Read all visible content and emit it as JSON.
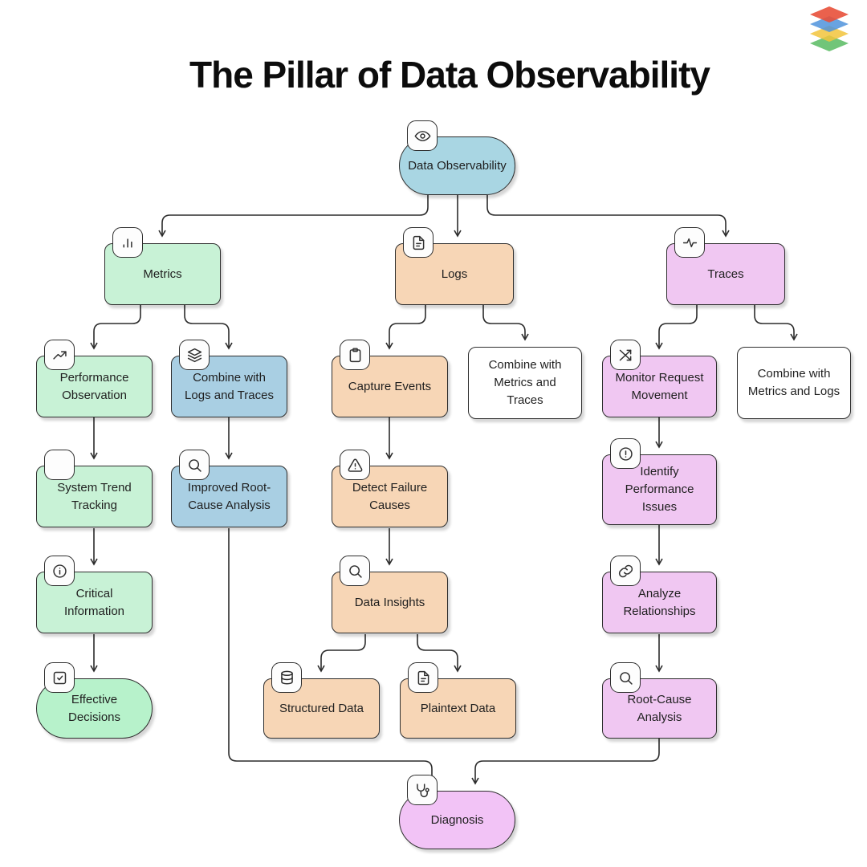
{
  "header": {
    "title": "The Pillar of Data Observability"
  },
  "logo": {
    "name": "layered-stack-logo",
    "layer_colors": [
      "#e8503a",
      "#4f93dc",
      "#f2c43c",
      "#58bb62"
    ]
  },
  "colors": {
    "root_blue": "#a9d6e3",
    "metrics_green": "#c8f2d6",
    "decision_green": "#b7f2cb",
    "combine_blue": "#a9cfe3",
    "logs_peach": "#f7d6b6",
    "traces_purple": "#f0c7f2",
    "diagnosis_purple": "#f2c3f6",
    "plain_white": "#ffffff",
    "line": "#2b2b2b"
  },
  "diagram": {
    "nodes": {
      "data_observability": {
        "label": "Data Observability",
        "icon": "eye",
        "shape": "stadium",
        "color": "#a9d6e3"
      },
      "metrics": {
        "label": "Metrics",
        "icon": "bar-chart",
        "shape": "rect",
        "color": "#c8f2d6"
      },
      "logs": {
        "label": "Logs",
        "icon": "file-text",
        "shape": "rect",
        "color": "#f7d6b6"
      },
      "traces": {
        "label": "Traces",
        "icon": "activity",
        "shape": "rect",
        "color": "#f0c7f2"
      },
      "performance_observation": {
        "label": "Performance Observation",
        "icon": "trending-up",
        "shape": "rect",
        "color": "#c8f2d6"
      },
      "combine_logs_traces": {
        "label": "Combine with Logs and Traces",
        "icon": "layers",
        "shape": "rect",
        "color": "#a9cfe3"
      },
      "system_trend_tracking": {
        "label": "System Trend Tracking",
        "icon": "blank",
        "shape": "rect",
        "color": "#c8f2d6"
      },
      "improved_root_cause": {
        "label": "Improved Root-Cause Analysis",
        "icon": "search",
        "shape": "rect",
        "color": "#a9cfe3"
      },
      "critical_information": {
        "label": "Critical Information",
        "icon": "info",
        "shape": "rect",
        "color": "#c8f2d6"
      },
      "effective_decisions": {
        "label": "Effective Decisions",
        "icon": "check-square",
        "shape": "stadium",
        "color": "#b7f2cb"
      },
      "capture_events": {
        "label": "Capture Events",
        "icon": "clipboard",
        "shape": "rect",
        "color": "#f7d6b6"
      },
      "combine_metrics_traces": {
        "label": "Combine with Metrics and Traces",
        "icon": "none",
        "shape": "rect",
        "color": "#ffffff"
      },
      "detect_failure_causes": {
        "label": "Detect Failure Causes",
        "icon": "alert-triangle",
        "shape": "rect",
        "color": "#f7d6b6"
      },
      "data_insights": {
        "label": "Data Insights",
        "icon": "search",
        "shape": "rect",
        "color": "#f7d6b6"
      },
      "structured_data": {
        "label": "Structured Data",
        "icon": "database",
        "shape": "rect",
        "color": "#f7d6b6"
      },
      "plaintext_data": {
        "label": "Plaintext Data",
        "icon": "file-text",
        "shape": "rect",
        "color": "#f7d6b6"
      },
      "monitor_request_movement": {
        "label": "Monitor Request Movement",
        "icon": "shuffle",
        "shape": "rect",
        "color": "#f0c7f2"
      },
      "combine_metrics_logs": {
        "label": "Combine with Metrics and Logs",
        "icon": "none",
        "shape": "rect",
        "color": "#ffffff"
      },
      "identify_performance_issues": {
        "label": "Identify Performance Issues",
        "icon": "alert-circle",
        "shape": "rect",
        "color": "#f0c7f2"
      },
      "analyze_relationships": {
        "label": "Analyze Relationships",
        "icon": "link",
        "shape": "rect",
        "color": "#f0c7f2"
      },
      "root_cause_analysis": {
        "label": "Root-Cause Analysis",
        "icon": "search",
        "shape": "rect",
        "color": "#f0c7f2"
      },
      "diagnosis": {
        "label": "Diagnosis",
        "icon": "stethoscope",
        "shape": "stadium",
        "color": "#f2c3f6"
      }
    },
    "edges": [
      {
        "from": "data_observability",
        "to": "metrics"
      },
      {
        "from": "data_observability",
        "to": "logs"
      },
      {
        "from": "data_observability",
        "to": "traces"
      },
      {
        "from": "metrics",
        "to": "performance_observation"
      },
      {
        "from": "metrics",
        "to": "combine_logs_traces"
      },
      {
        "from": "performance_observation",
        "to": "system_trend_tracking"
      },
      {
        "from": "system_trend_tracking",
        "to": "critical_information"
      },
      {
        "from": "critical_information",
        "to": "effective_decisions"
      },
      {
        "from": "combine_logs_traces",
        "to": "improved_root_cause"
      },
      {
        "from": "improved_root_cause",
        "to": "diagnosis"
      },
      {
        "from": "logs",
        "to": "capture_events"
      },
      {
        "from": "logs",
        "to": "combine_metrics_traces"
      },
      {
        "from": "capture_events",
        "to": "detect_failure_causes"
      },
      {
        "from": "detect_failure_causes",
        "to": "data_insights"
      },
      {
        "from": "data_insights",
        "to": "structured_data"
      },
      {
        "from": "data_insights",
        "to": "plaintext_data"
      },
      {
        "from": "traces",
        "to": "monitor_request_movement"
      },
      {
        "from": "traces",
        "to": "combine_metrics_logs"
      },
      {
        "from": "monitor_request_movement",
        "to": "identify_performance_issues"
      },
      {
        "from": "identify_performance_issues",
        "to": "analyze_relationships"
      },
      {
        "from": "analyze_relationships",
        "to": "root_cause_analysis"
      },
      {
        "from": "root_cause_analysis",
        "to": "diagnosis"
      }
    ]
  }
}
